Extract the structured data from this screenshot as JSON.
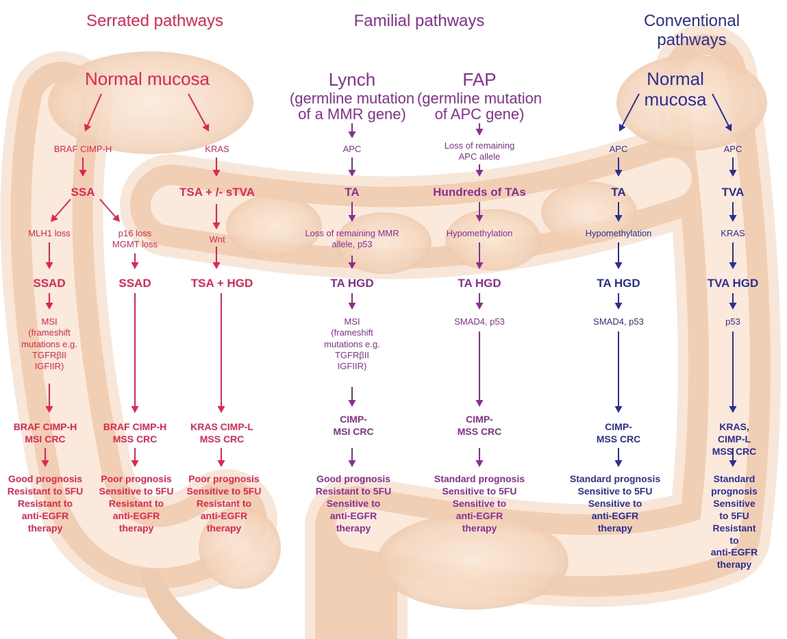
{
  "colors": {
    "serrated": "#e5244f",
    "familial": "#8b2d95",
    "conventional": "#2b2f93",
    "colon": "#f2d5bd"
  },
  "headers": {
    "serrated": "Serrated pathways",
    "familial": "Familial pathways",
    "conventional": "Conventional pathways"
  },
  "serrated": {
    "origin": "Normal mucosa",
    "left": {
      "step1": "BRAF CIMP-H",
      "ssa": "SSA",
      "a": {
        "m1": "MLH1 loss",
        "lesion": "SSAD",
        "m2": "MSI\n(frameshift\nmutations e.g.\nTGFRβII\nIGFIIR)",
        "crc": "BRAF CIMP-H\nMSI CRC",
        "outcome": "Good prognosis\nResistant to 5FU\nResistant to\nanti-EGFR\ntherapy"
      },
      "b": {
        "m1": "p16 loss\nMGMT loss",
        "lesion": "SSAD",
        "crc": "BRAF  CIMP-H\nMSS CRC",
        "outcome": "Poor prognosis\nSensitive to 5FU\nResistant to\nanti-EGFR\ntherapy"
      }
    },
    "right": {
      "step1": "KRAS",
      "tsa": "TSA  + /-  sTVA",
      "m1": "Wnt",
      "lesion": "TSA + HGD",
      "crc": "KRAS  CIMP-L\nMSS CRC",
      "outcome": "Poor prognosis\nSensitive to 5FU\nResistant to\nanti-EGFR\ntherapy"
    }
  },
  "familial": {
    "lynch": {
      "name": "Lynch",
      "desc": "(germline mutation\nof a MMR gene)",
      "m1": "APC",
      "lesion1": "TA",
      "m2": "Loss of remaining MMR\nallele, p53",
      "lesion2": "TA HGD",
      "m3": "MSI\n(frameshift\nmutations e.g.\nTGFRβII\nIGFIIR)",
      "crc": "CIMP-\nMSI CRC",
      "outcome": "Good prognosis\nResistant to 5FU\nSensitive to\nanti-EGFR\ntherapy"
    },
    "fap": {
      "name": "FAP",
      "desc": "(germline mutation\nof APC gene)",
      "m1": "Loss of remaining\nAPC allele",
      "lesion1": "Hundreds of TAs",
      "m2": "Hypomethylation",
      "lesion2": "TA HGD",
      "m3": "SMAD4, p53",
      "crc": "CIMP-\nMSS CRC",
      "outcome": "Standard prognosis\nSensitive to 5FU\nSensitive to\nanti-EGFR\ntherapy"
    }
  },
  "conventional": {
    "origin": "Normal mucosa",
    "left": {
      "m1": "APC",
      "lesion1": "TA",
      "m2": "Hypomethylation",
      "lesion2": "TA HGD",
      "m3": "SMAD4, p53",
      "crc": "CIMP-\nMSS CRC",
      "outcome": "Standard prognosis\nSensitive to 5FU\nSensitive to\nanti-EGFR\ntherapy"
    },
    "right": {
      "m1": "APC",
      "lesion1": "TVA",
      "m2": "KRAS",
      "lesion2": "TVA HGD",
      "m3": "p53",
      "crc": "KRAS, CIMP-L\nMSS  CRC",
      "outcome": "Standard prognosis\nSensitive to 5FU\nResistant to\nanti-EGFR\ntherapy"
    }
  }
}
